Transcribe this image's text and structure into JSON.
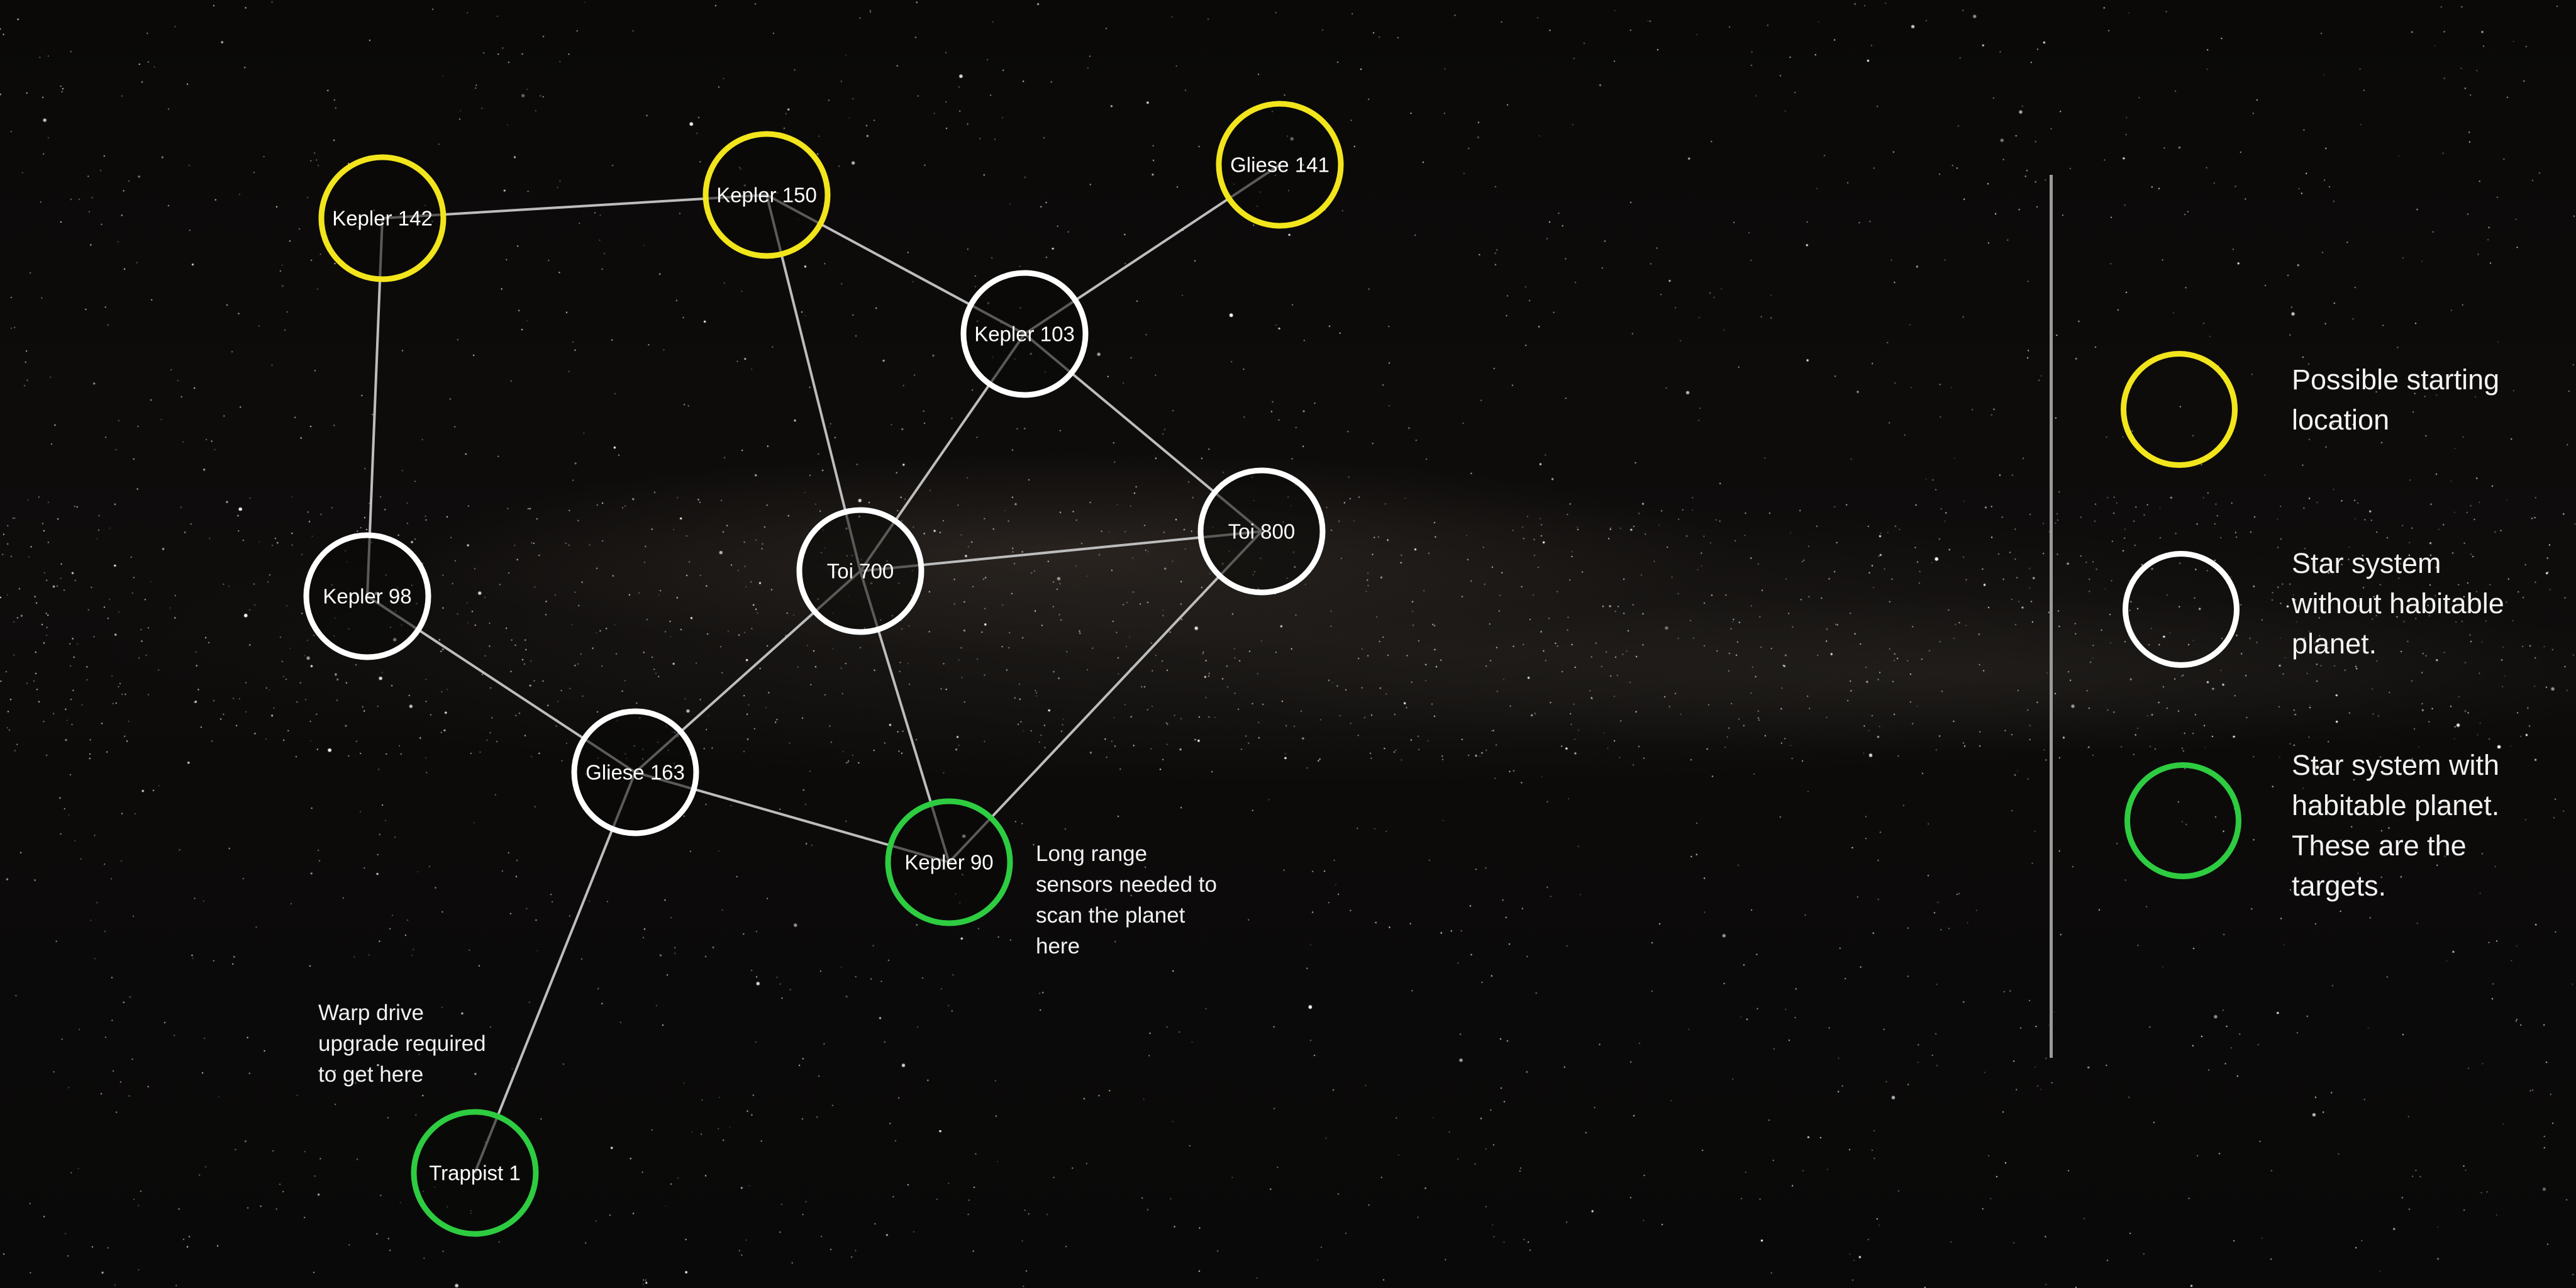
{
  "colors": {
    "start": "#f2e51c",
    "no_habitable": "#ffffff",
    "habitable": "#2ecc40",
    "link": "#bdbdbd"
  },
  "nodes": [
    {
      "id": "kepler142",
      "label": "Kepler 142",
      "kind": "start"
    },
    {
      "id": "kepler150",
      "label": "Kepler 150",
      "kind": "start"
    },
    {
      "id": "gliese141",
      "label": "Gliese 141",
      "kind": "start"
    },
    {
      "id": "kepler103",
      "label": "Kepler 103",
      "kind": "no_habitable"
    },
    {
      "id": "toi800",
      "label": "Toi 800",
      "kind": "no_habitable"
    },
    {
      "id": "toi700",
      "label": "Toi 700",
      "kind": "no_habitable"
    },
    {
      "id": "kepler98",
      "label": "Kepler 98",
      "kind": "no_habitable"
    },
    {
      "id": "gliese163",
      "label": "Gliese 163",
      "kind": "no_habitable"
    },
    {
      "id": "kepler90",
      "label": "Kepler 90",
      "kind": "habitable"
    },
    {
      "id": "trappist1",
      "label": "Trappist 1",
      "kind": "habitable"
    }
  ],
  "links": [
    [
      "kepler142",
      "kepler150"
    ],
    [
      "kepler142",
      "kepler98"
    ],
    [
      "kepler150",
      "kepler103"
    ],
    [
      "kepler150",
      "toi700"
    ],
    [
      "gliese141",
      "kepler103"
    ],
    [
      "kepler103",
      "toi700"
    ],
    [
      "kepler103",
      "toi800"
    ],
    [
      "toi700",
      "toi800"
    ],
    [
      "toi700",
      "gliese163"
    ],
    [
      "toi700",
      "kepler90"
    ],
    [
      "kepler98",
      "gliese163"
    ],
    [
      "gliese163",
      "kepler90"
    ],
    [
      "gliese163",
      "trappist1"
    ],
    [
      "toi800",
      "kepler90"
    ]
  ],
  "annotations": {
    "kepler90_note": "Long range\nsensors needed to\nscan the planet\nhere",
    "trappist1_note": "Warp drive\nupgrade required\nto get here"
  },
  "legend": {
    "start": "Possible starting\nlocation",
    "no_habitable": "Star system\nwithout habitable\nplanet.",
    "habitable": "Star system with\nhabitable planet.\nThese are the\ntargets."
  }
}
